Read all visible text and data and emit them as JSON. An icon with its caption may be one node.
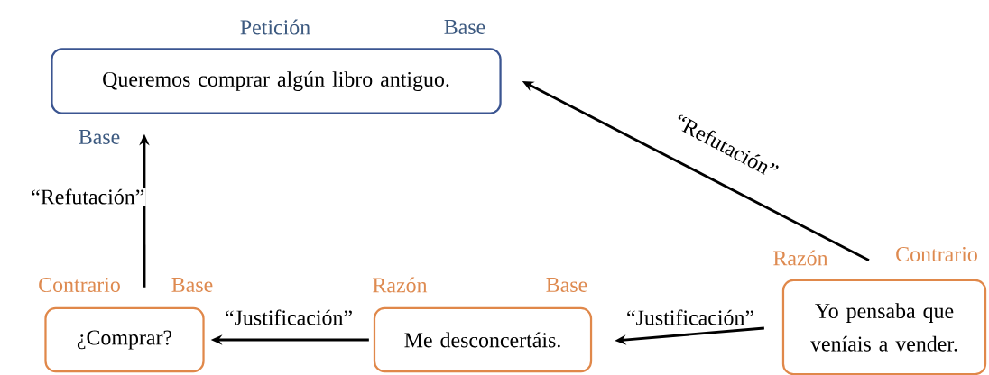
{
  "diagram": {
    "nodes": [
      {
        "text": [
          "Queremos comprar algún libro antiguo."
        ],
        "beside": [
          "Petición",
          "Base",
          "Base"
        ]
      },
      {
        "text": [
          "¿Comprar?"
        ],
        "beside": [
          "Contrario",
          "Base"
        ]
      },
      {
        "text": [
          "Me desconcertáis."
        ],
        "beside": [
          "Razón",
          "Base"
        ]
      },
      {
        "text": [
          "Yo pensaba que veníais a vender."
        ],
        "beside": [
          "Razón",
          "Contrario"
        ]
      }
    ],
    "edges": [
      {
        "from": 3,
        "to": 0,
        "arrow": "to",
        "label": "“Refutación”"
      },
      {
        "from": 1,
        "to": 0,
        "arrow": "to",
        "label": "“Refutación”"
      },
      {
        "from": 2,
        "to": 1,
        "arrow": "to",
        "label": "“Justificación”"
      },
      {
        "from": 3,
        "to": 2,
        "arrow": "to",
        "label": "“Justificación”"
      }
    ]
  }
}
